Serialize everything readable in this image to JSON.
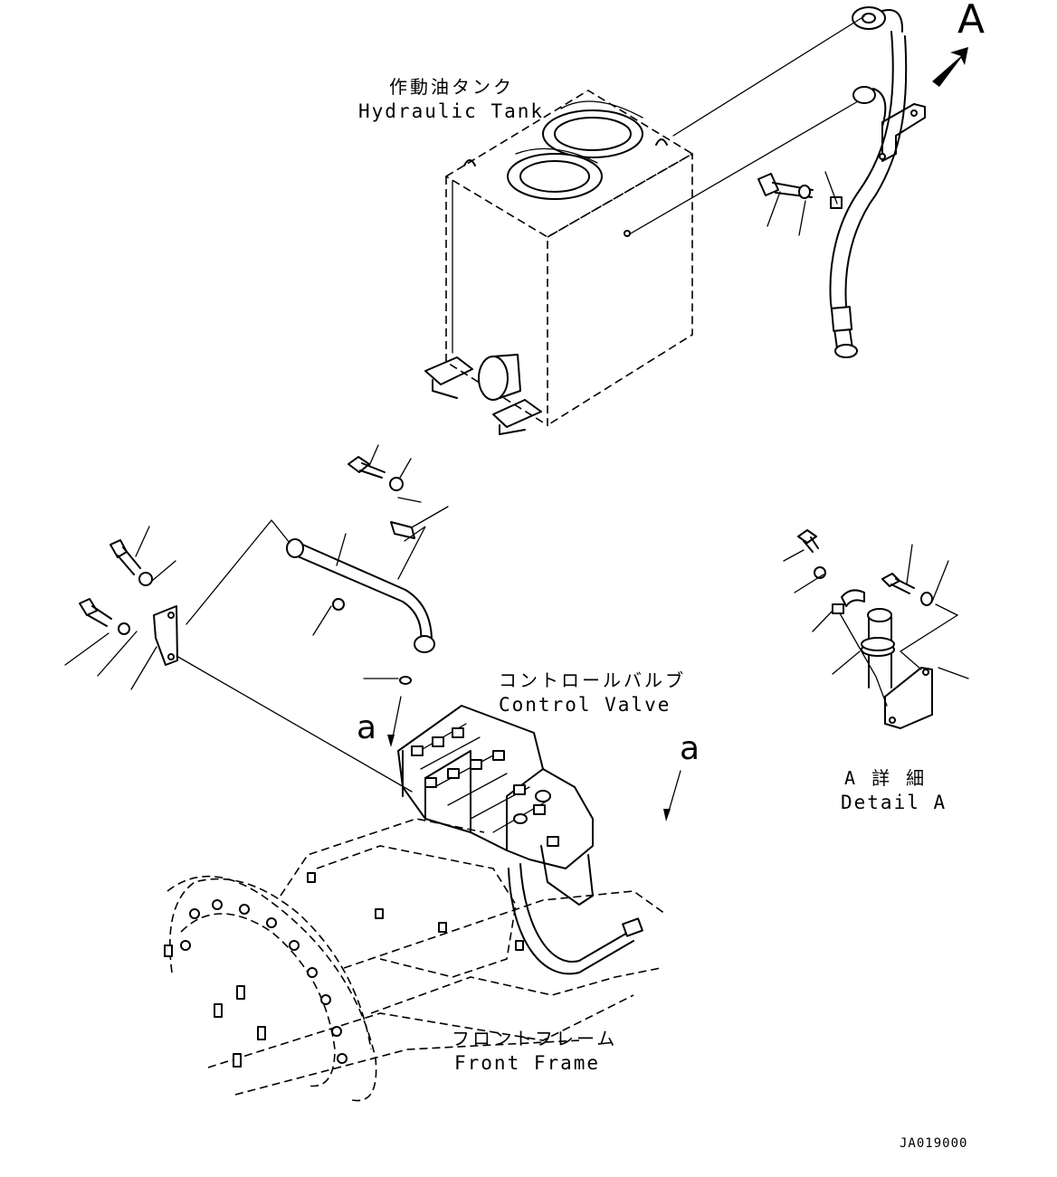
{
  "labels": {
    "hydraulic_tank_jp": "作動油タンク",
    "hydraulic_tank_en": "Hydraulic Tank",
    "control_valve_jp": "コントロールバルブ",
    "control_valve_en": "Control Valve",
    "front_frame_jp": "フロントフレーム",
    "front_frame_en": "Front Frame",
    "detail_a_jp": "A 詳 細",
    "detail_a_en": "Detail A",
    "view_mark": "A",
    "ref_a_left": "a",
    "ref_a_right": "a",
    "drawing_code": "JA019000"
  }
}
